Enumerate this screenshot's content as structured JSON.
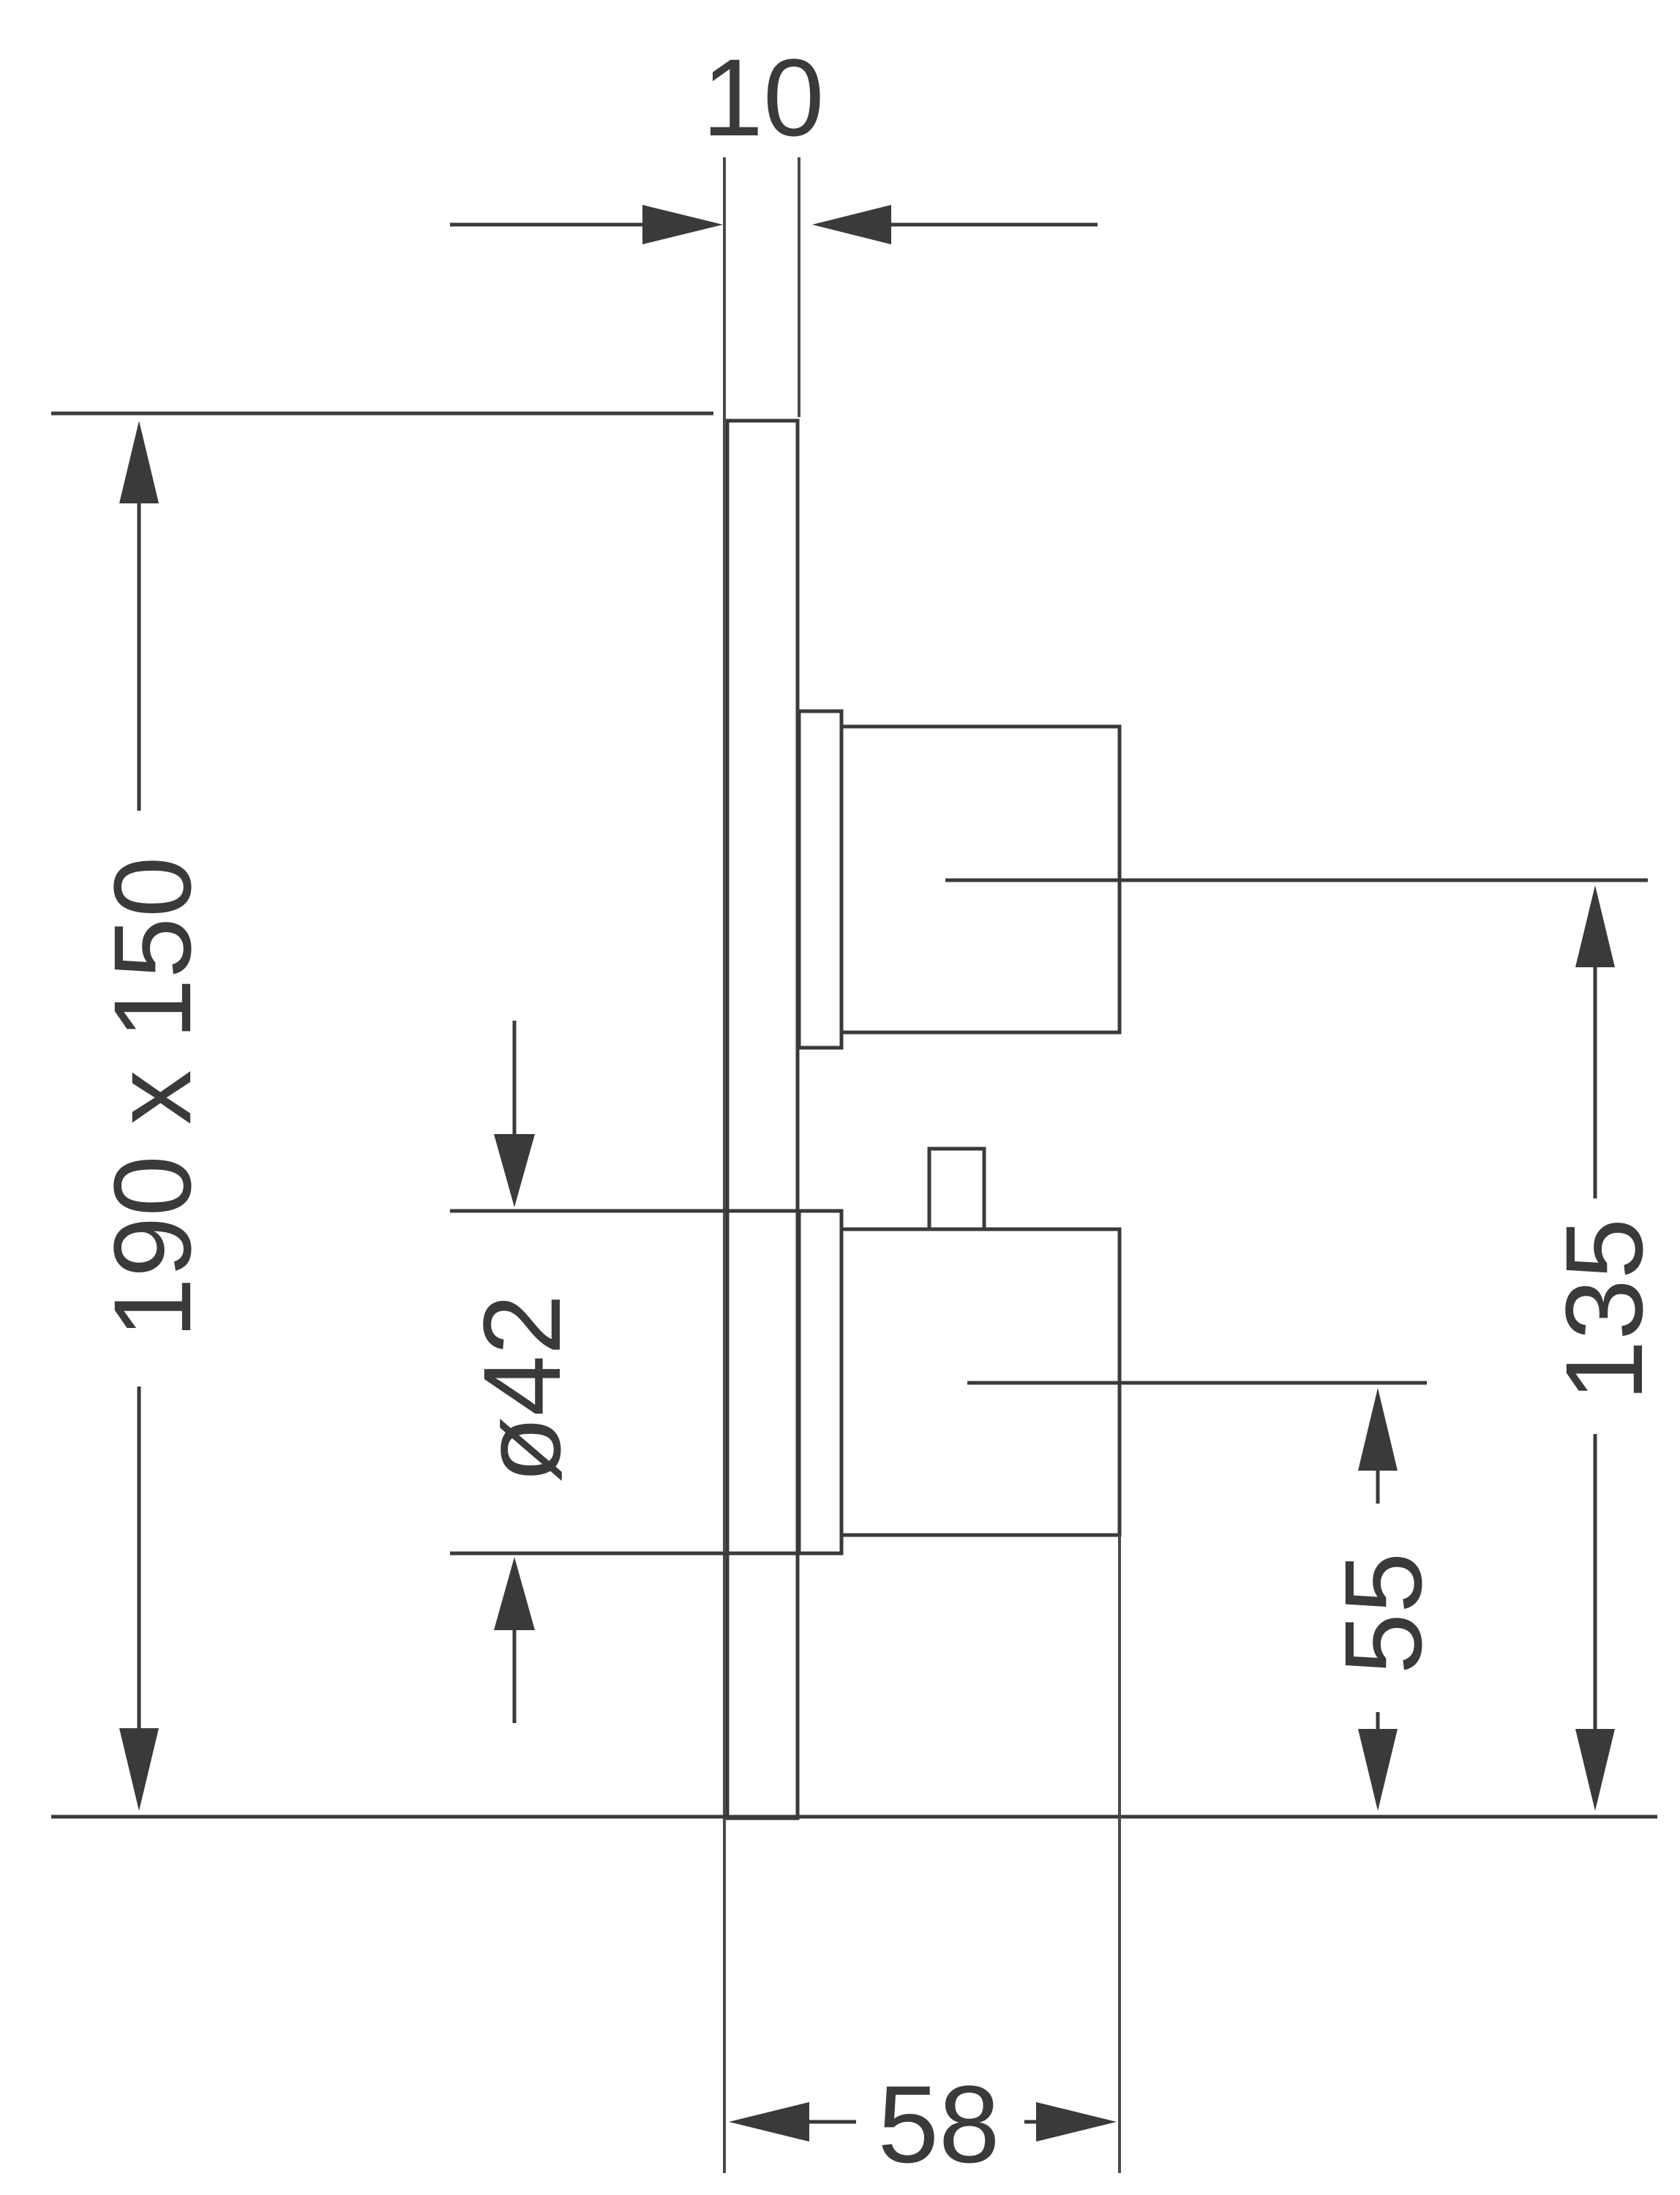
{
  "dimensions": {
    "top_width": "10",
    "overall_size": "190 x 150",
    "diameter": "ø42",
    "upper_center_height": "135",
    "lower_center_height": "55",
    "projection_depth": "58"
  },
  "colors": {
    "line": "#3a3a3a",
    "background": "#ffffff"
  }
}
